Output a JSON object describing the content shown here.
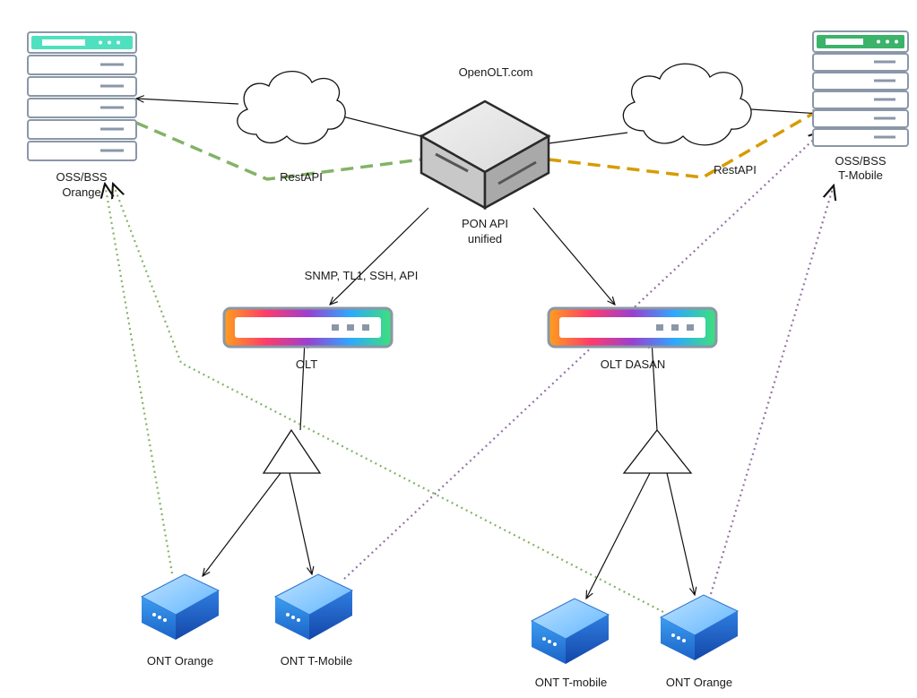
{
  "labels": {
    "openolt": "OpenOLT.com",
    "pon_api_line1": "PON API",
    "pon_api_line2": "unified",
    "oss_orange_line1": "OSS/BSS",
    "oss_orange_line2": "Orange",
    "oss_tmobile_line1": "OSS/BSS",
    "oss_tmobile_line2": "T-Mobile",
    "restapi_left": "RestAPI",
    "restapi_right": "RestAPI",
    "protocols": "SNMP, TL1, SSH, API",
    "olt": "OLT",
    "olt_dasan": "OLT DASAN",
    "ont_orange_left": "ONT Orange",
    "ont_tmobile_left": "ONT T-Mobile",
    "ont_tmobile_right": "ONT T-mobile",
    "ont_orange_right": "ONT Orange"
  },
  "colors": {
    "oss_orange_accent": "#4fe0c0",
    "oss_tmobile_accent": "#3bb36a",
    "restapi_orange_link": "#82b366",
    "restapi_tmobile_link": "#d79b00",
    "orange_dotted": "#82b366",
    "tmobile_dotted": "#9673a6",
    "ont_blue": "#4aa3f0"
  }
}
